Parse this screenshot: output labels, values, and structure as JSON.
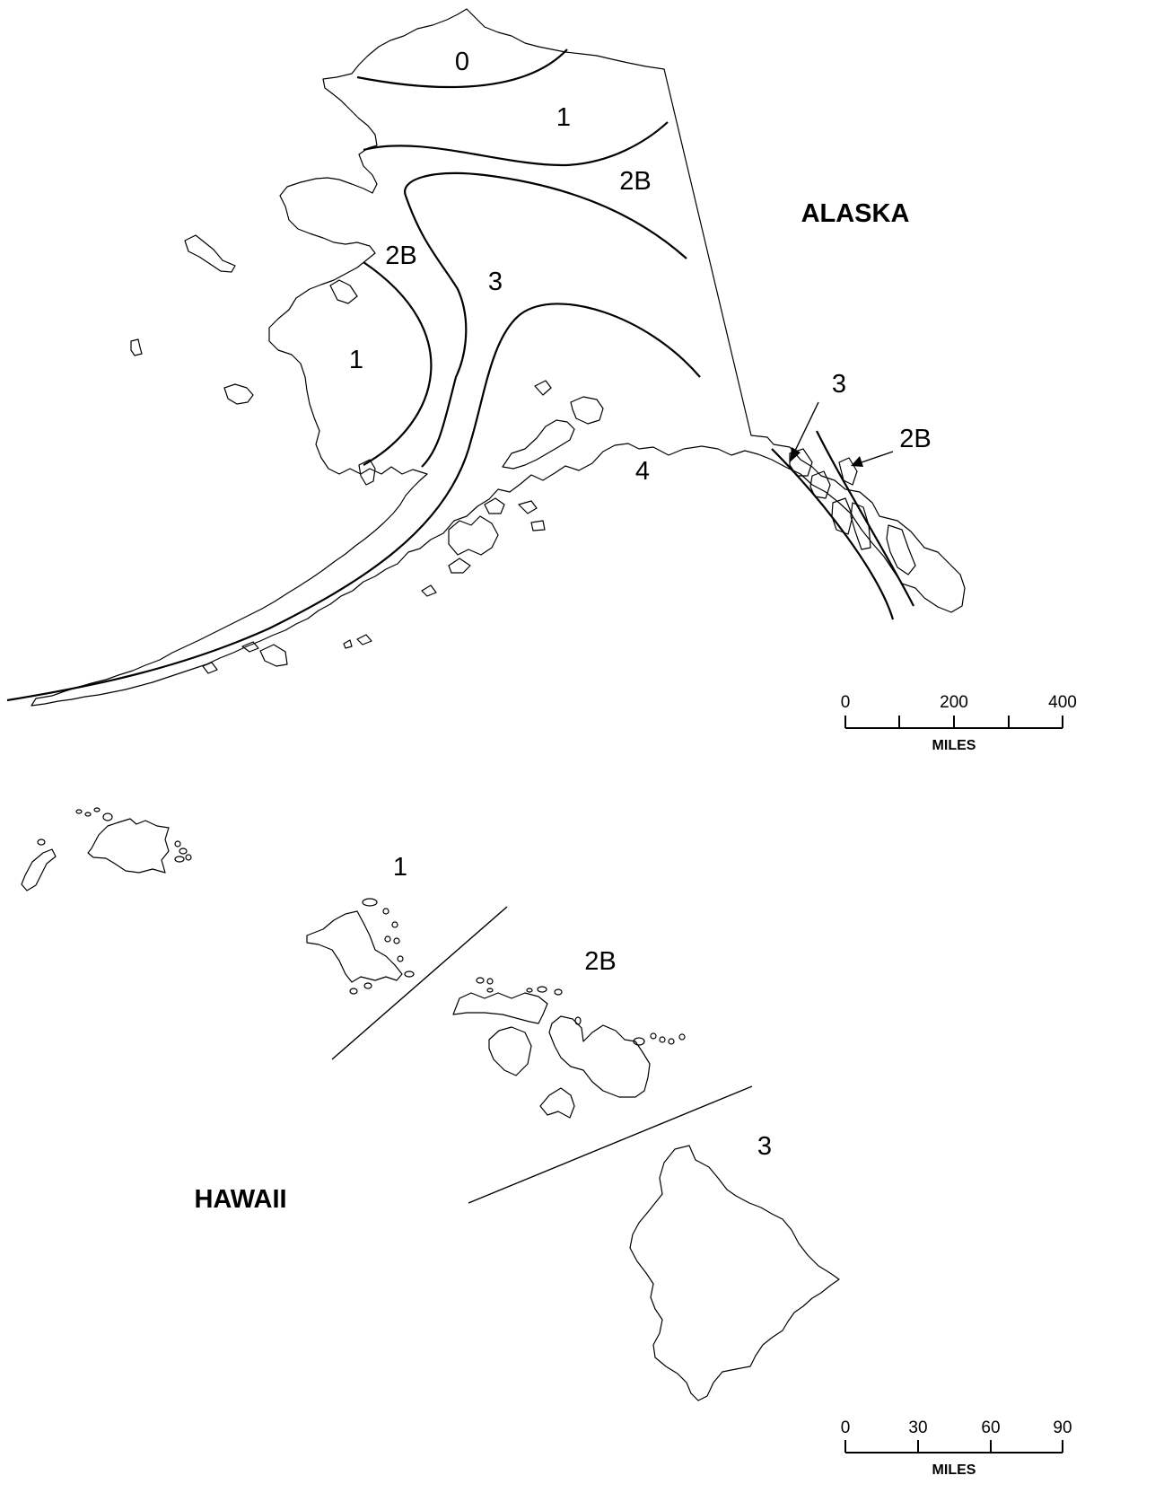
{
  "alaska": {
    "name": "ALASKA",
    "zones": {
      "z0": "0",
      "z1_north": "1",
      "z2b_northeast": "2B",
      "z2b_west": "2B",
      "z3_central": "3",
      "z1_west": "1",
      "z4_south": "4",
      "z3_panhandle": "3",
      "z2b_panhandle": "2B"
    },
    "scale": {
      "ticks": [
        "0",
        "200",
        "400"
      ],
      "unit": "MILES"
    }
  },
  "hawaii": {
    "name": "HAWAII",
    "zones": {
      "z1": "1",
      "z2b": "2B",
      "z3": "3"
    },
    "scale": {
      "ticks": [
        "0",
        "30",
        "60",
        "90"
      ],
      "unit": "MILES"
    }
  },
  "colors": {
    "line": "#000000",
    "background": "#ffffff"
  }
}
